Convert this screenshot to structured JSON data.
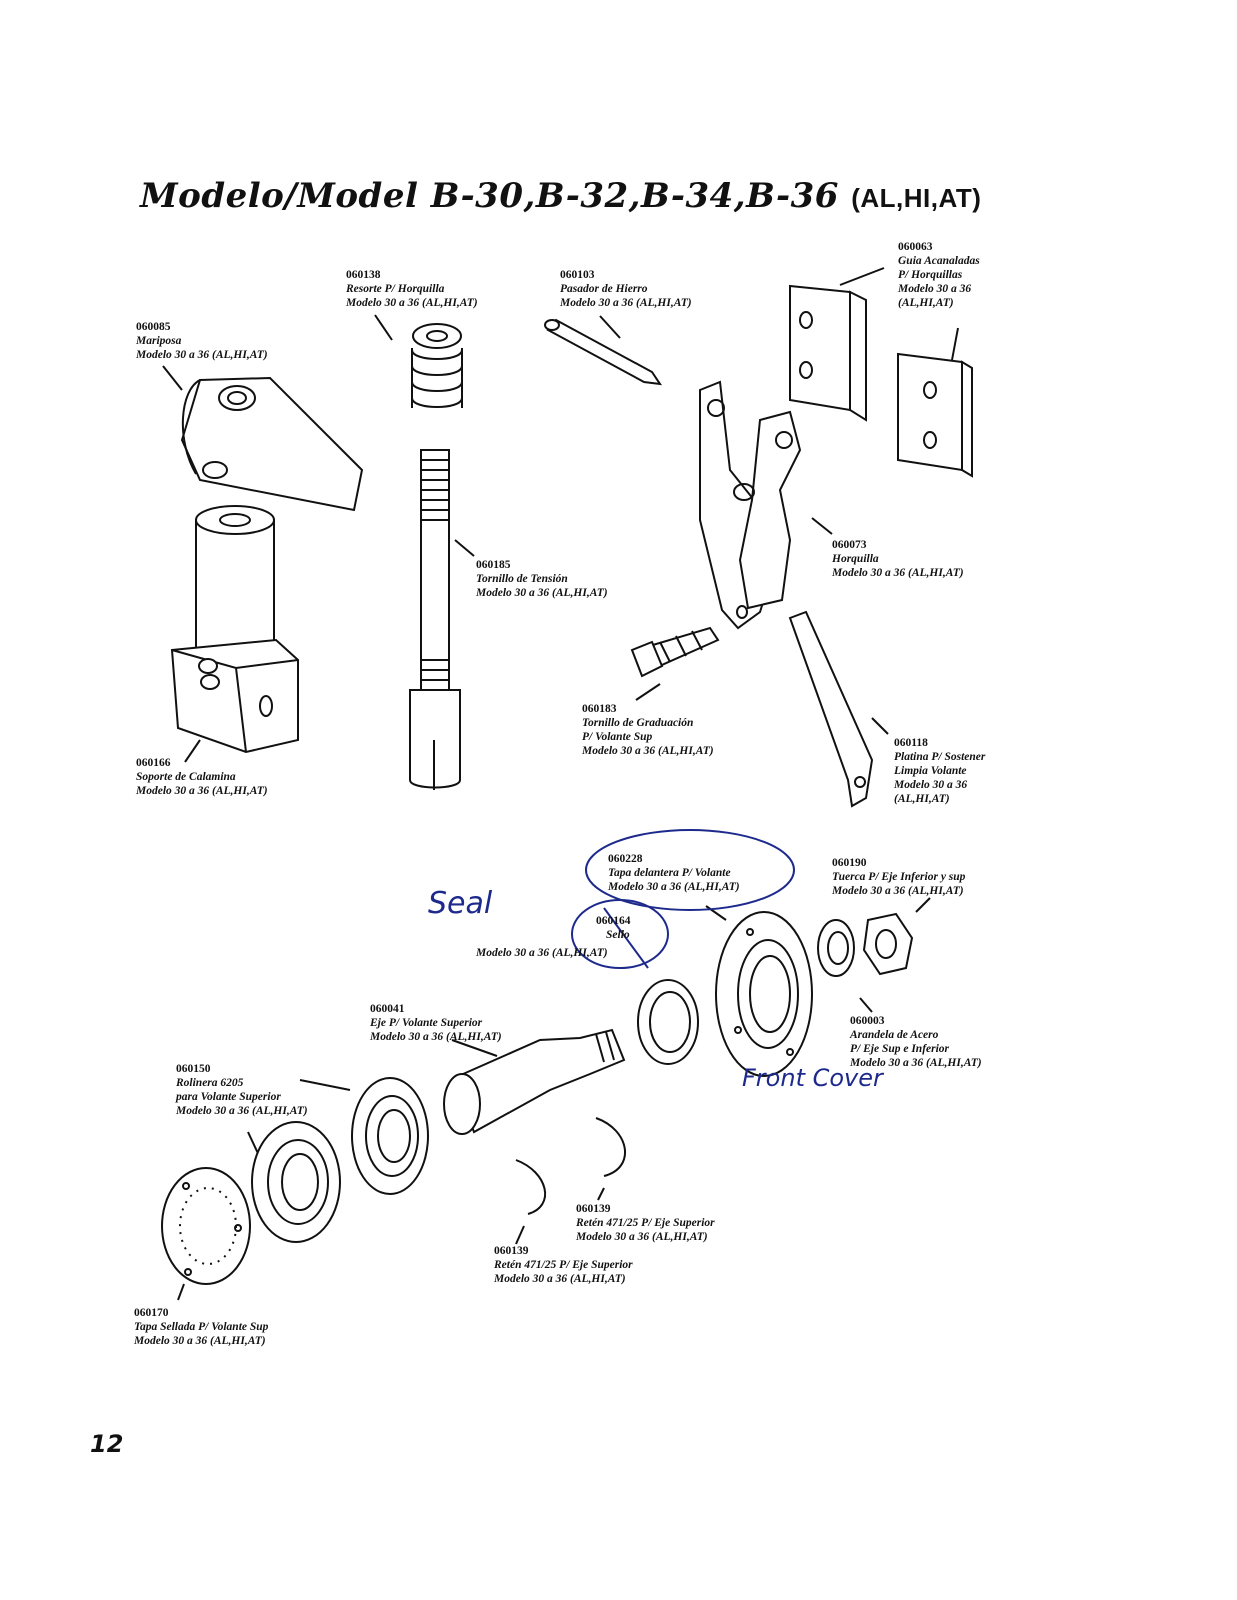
{
  "title": {
    "main": "Modelo/Model B-30,B-32,B-34,B-36",
    "suffix": "(AL,HI,AT)"
  },
  "parts": {
    "p060085": {
      "code": "060085",
      "name": "Mariposa",
      "model": "Modelo 30 a 36 (AL,HI,AT)"
    },
    "p060138": {
      "code": "060138",
      "name": "Resorte P/ Horquilla",
      "model": "Modelo 30 a 36 (AL,HI,AT)"
    },
    "p060103": {
      "code": "060103",
      "name": "Pasador de Hierro",
      "model": "Modelo 30 a 36 (AL,HI,AT)"
    },
    "p060063": {
      "code": "060063",
      "name": "Guia Acanaladas",
      "name2": "P/ Horquillas",
      "model": "Modelo 30 a 36",
      "model2": "(AL,HI,AT)"
    },
    "p060185": {
      "code": "060185",
      "name": "Tornillo de Tensión",
      "model": "Modelo 30 a 36 (AL,HI,AT)"
    },
    "p060073": {
      "code": "060073",
      "name": "Horquilla",
      "model": "Modelo 30 a 36 (AL,HI,AT)"
    },
    "p060183": {
      "code": "060183",
      "name": "Tornillo de Graduación",
      "name2": "P/ Volante Sup",
      "model": "Modelo 30 a 36 (AL,HI,AT)"
    },
    "p060166": {
      "code": "060166",
      "name": "Soporte de Calamina",
      "model": "Modelo 30 a 36 (AL,HI,AT)"
    },
    "p060118": {
      "code": "060118",
      "name": "Platina P/ Sostener",
      "name2": "Limpia Volante",
      "model": "Modelo 30 a 36",
      "model2": "(AL,HI,AT)"
    },
    "p060228": {
      "code": "060228",
      "name": "Tapa delantera P/ Volante",
      "model": "Modelo 30 a 36 (AL,HI,AT)"
    },
    "p060190": {
      "code": "060190",
      "name": "Tuerca P/ Eje Inferior y sup",
      "model": "Modelo 30 a 36 (AL,HI,AT)"
    },
    "p060164": {
      "code": "060164",
      "name": "Sello",
      "model": "Modelo 30 a 36 (AL,HI,AT)"
    },
    "p060041": {
      "code": "060041",
      "name": "Eje P/ Volante Superior",
      "model": "Modelo 30 a 36 (AL,HI,AT)"
    },
    "p060003": {
      "code": "060003",
      "name": "Arandela de Acero",
      "name2": "P/ Eje Sup e Inferior",
      "model": "Modelo 30 a 36 (AL,HI,AT)"
    },
    "p060150": {
      "code": "060150",
      "name": "Rolinera 6205",
      "name2": "para Volante Superior",
      "model": "Modelo 30 a 36 (AL,HI,AT)"
    },
    "p060139a": {
      "code": "060139",
      "name": "Retén 471/25 P/ Eje Superior",
      "model": "Modelo 30 a 36 (AL,HI,AT)"
    },
    "p060139b": {
      "code": "060139",
      "name": "Retén 471/25 P/ Eje Superior",
      "model": "Modelo 30 a 36 (AL,HI,AT)"
    },
    "p060170": {
      "code": "060170",
      "name": "Tapa Sellada P/ Volante Sup",
      "model": "Modelo 30 a 36 (AL,HI,AT)"
    }
  },
  "handwritten": {
    "seal": "Seal",
    "front_cover": "Front Cover"
  },
  "page_number": "12",
  "colors": {
    "ink": "#111111",
    "pen": "#1d2a8c"
  }
}
